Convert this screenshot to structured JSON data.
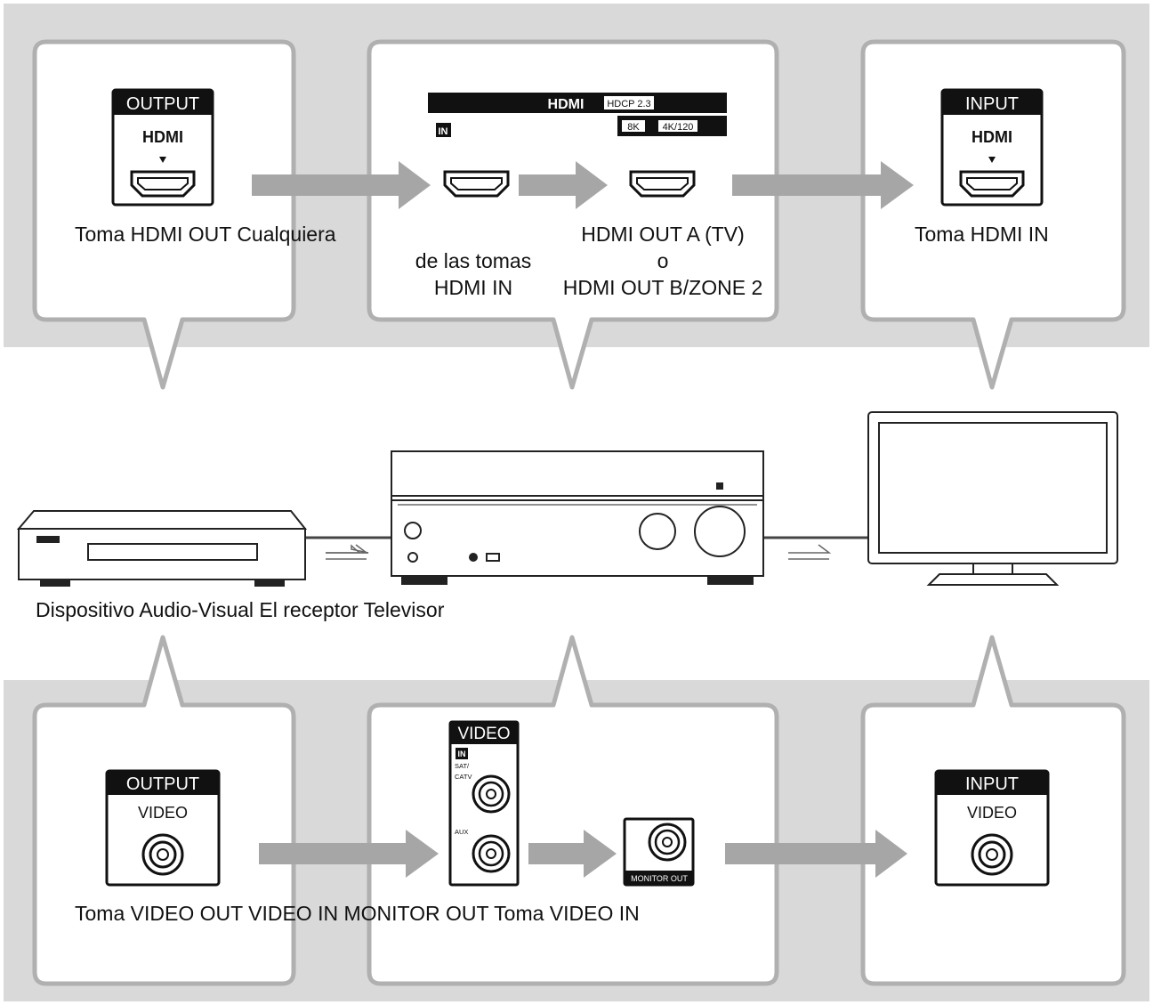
{
  "top": {
    "source_panel": {
      "header": "OUTPUT",
      "port": "HDMI",
      "caption": "Toma HDMI OUT Cualquiera"
    },
    "receiver_panel": {
      "bar_title": "HDMI",
      "bar_badge": "HDCP 2.3",
      "in_tag": "IN",
      "tag_8k": "8K",
      "tag_4k": "4K/120",
      "caption_in": "de las tomas\nHDMI IN",
      "caption_out": "HDMI OUT A (TV)\no\nHDMI OUT B/ZONE 2"
    },
    "tv_panel": {
      "header": "INPUT",
      "port": "HDMI",
      "caption": "Toma HDMI IN"
    }
  },
  "devices_caption": "Dispositivo Audio-Visual El receptor Televisor",
  "bottom": {
    "source_panel": {
      "header": "OUTPUT",
      "port": "VIDEO"
    },
    "receiver_panel": {
      "header": "VIDEO",
      "in_tag": "IN",
      "jack1_label": "SAT/\nCATV",
      "jack2_label": "AUX",
      "monitor_label": "MONITOR OUT"
    },
    "tv_panel": {
      "header": "INPUT",
      "port": "VIDEO"
    },
    "caption": "Toma VIDEO OUT VIDEO IN MONITOR OUT Toma VIDEO IN"
  },
  "colors": {
    "band": "#d9d9d9",
    "callout_stroke": "#b0b0b0",
    "arrow": "#a6a6a6",
    "plate": "#111111"
  }
}
